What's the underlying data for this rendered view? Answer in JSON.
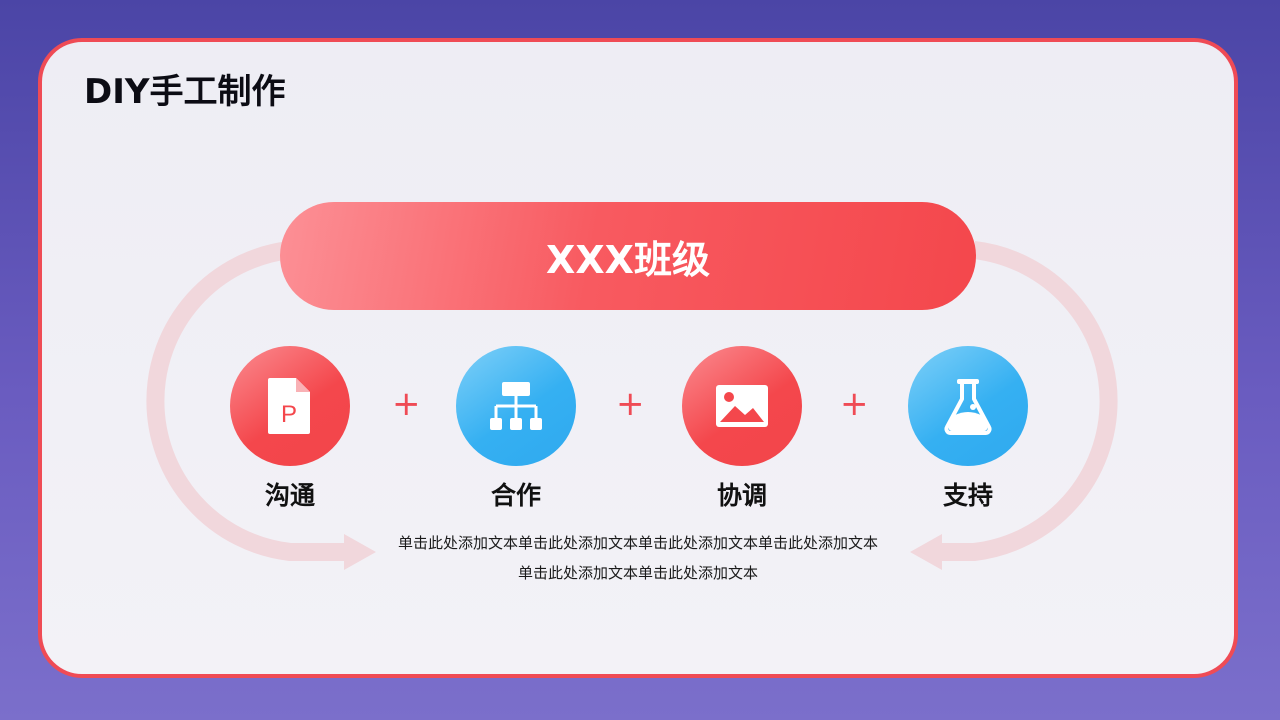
{
  "slide": {
    "title": "DIY手工制作",
    "banner": "XXX班级",
    "nodes": [
      {
        "label": "沟通",
        "icon": "ppt-file-icon",
        "color": "red"
      },
      {
        "label": "合作",
        "icon": "hierarchy-icon",
        "color": "blue"
      },
      {
        "label": "协调",
        "icon": "image-icon",
        "color": "red"
      },
      {
        "label": "支持",
        "icon": "flask-icon",
        "color": "blue"
      }
    ],
    "plus_sign": "+",
    "description": "单击此处添加文本单击此处添加文本单击此处添加文本单击此处添加文本单击此处添加文本单击此处添加文本"
  },
  "colors": {
    "accent_red": "#ef4b55",
    "accent_blue": "#35b0f2",
    "card_bg": "#eeedf4",
    "page_bg": "#4b45a6"
  }
}
